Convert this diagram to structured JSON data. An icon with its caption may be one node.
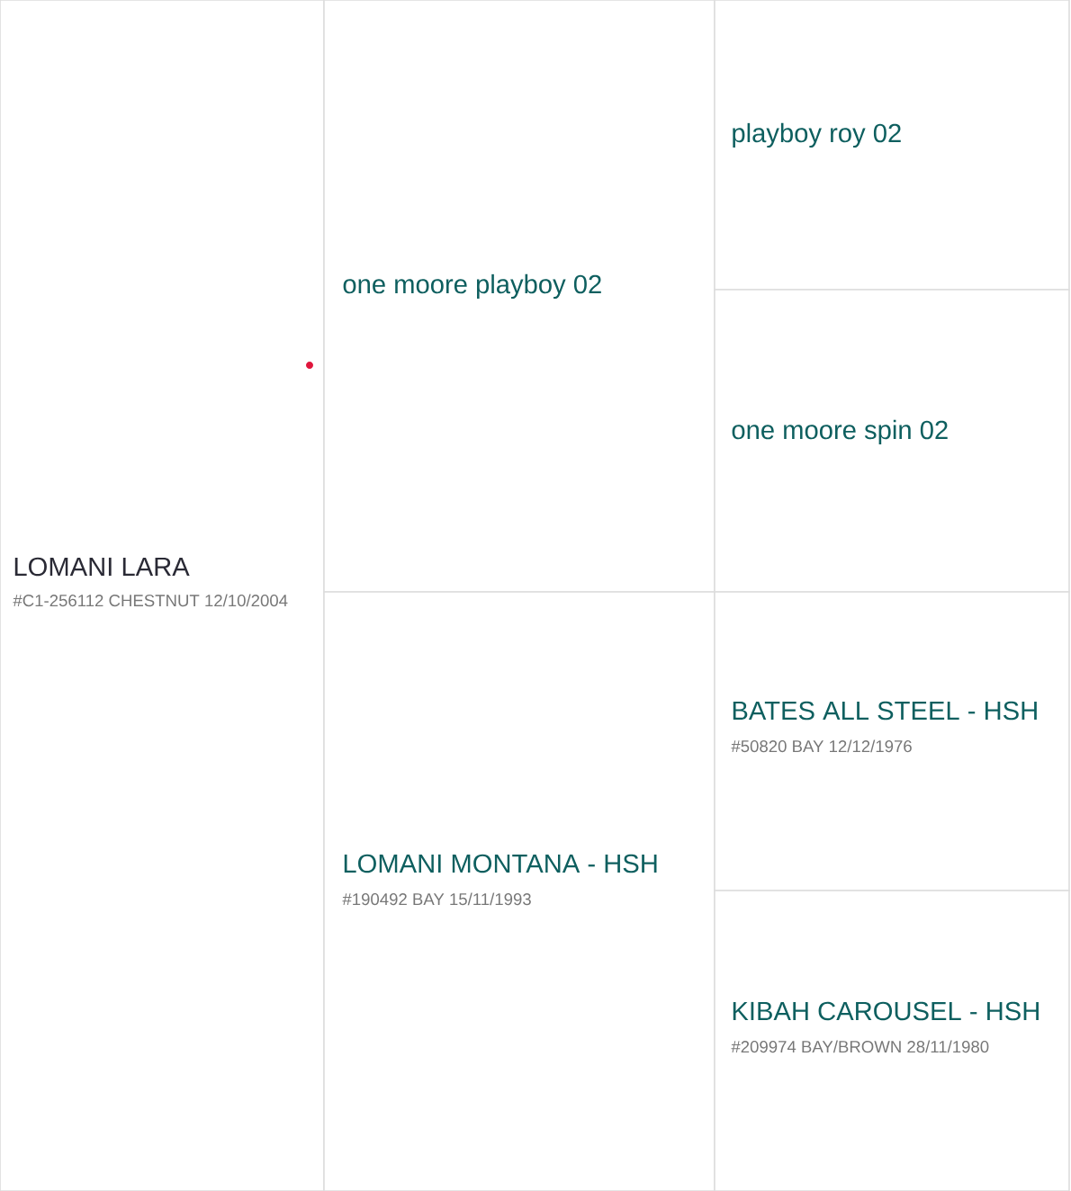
{
  "diagram": {
    "nodes": [
      {
        "text": [
          "LOMANI LARA",
          "#C1-256112 CHESTNUT 12/10/2004"
        ]
      },
      {
        "text": [
          "one moore playboy 02"
        ]
      },
      {
        "text": [
          "playboy roy 02"
        ]
      },
      {
        "text": [
          "one moore spin 02"
        ]
      },
      {
        "text": [
          "LOMANI MONTANA - HSH",
          "#190492 BAY 15/11/1993"
        ]
      },
      {
        "text": [
          "BATES ALL STEEL - HSH",
          "#50820 BAY 12/12/1976"
        ]
      },
      {
        "text": [
          "KIBAH CAROUSEL - HSH",
          "#209974 BAY/BROWN 28/11/1980"
        ]
      }
    ]
  }
}
